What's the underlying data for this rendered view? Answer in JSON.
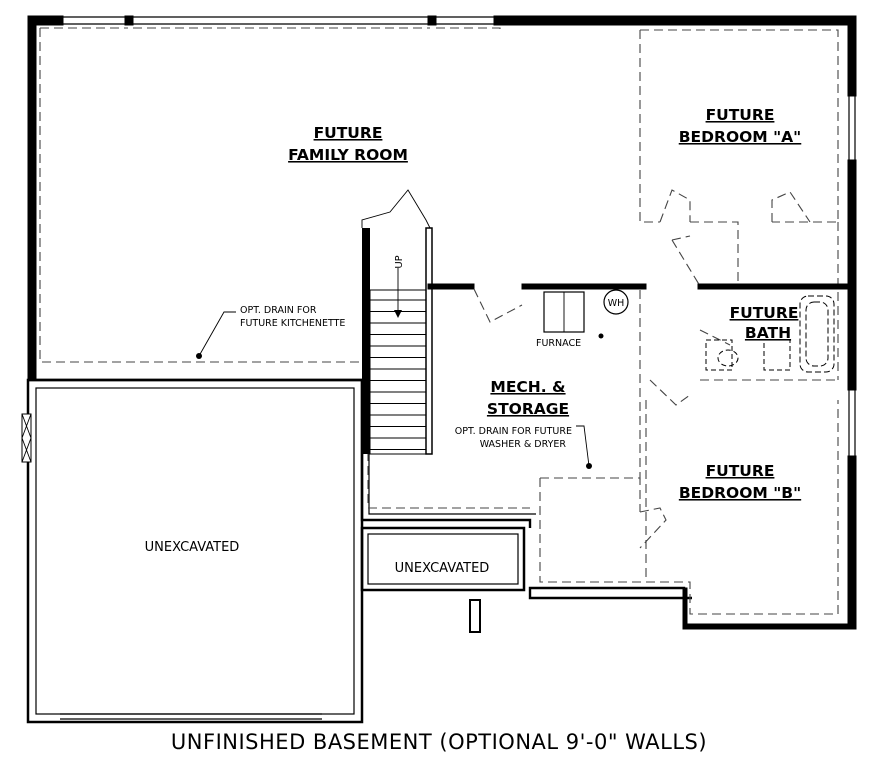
{
  "rooms": {
    "family_room": {
      "line1": "FUTURE",
      "line2": "FAMILY ROOM"
    },
    "bedroom_a": {
      "line1": "FUTURE",
      "line2": "BEDROOM \"A\""
    },
    "bedroom_b": {
      "line1": "FUTURE",
      "line2": "BEDROOM \"B\""
    },
    "bath": {
      "line1": "FUTURE",
      "line2": "BATH"
    },
    "mech": {
      "line1": "MECH. &",
      "line2": "STORAGE"
    },
    "unexcavated_large": "UNEXCAVATED",
    "unexcavated_small": "UNEXCAVATED"
  },
  "fixtures": {
    "furnace": "FURNACE",
    "water_heater": "WH",
    "stair_direction": "UP"
  },
  "notes": {
    "kitchenette_drain": {
      "line1": "OPT. DRAIN FOR",
      "line2": "FUTURE KITCHENETTE"
    },
    "washer_drain": {
      "line1": "OPT. DRAIN FOR FUTURE",
      "line2": "WASHER & DRYER"
    }
  },
  "caption": "UNFINISHED BASEMENT (OPTIONAL 9'-0\" WALLS)"
}
